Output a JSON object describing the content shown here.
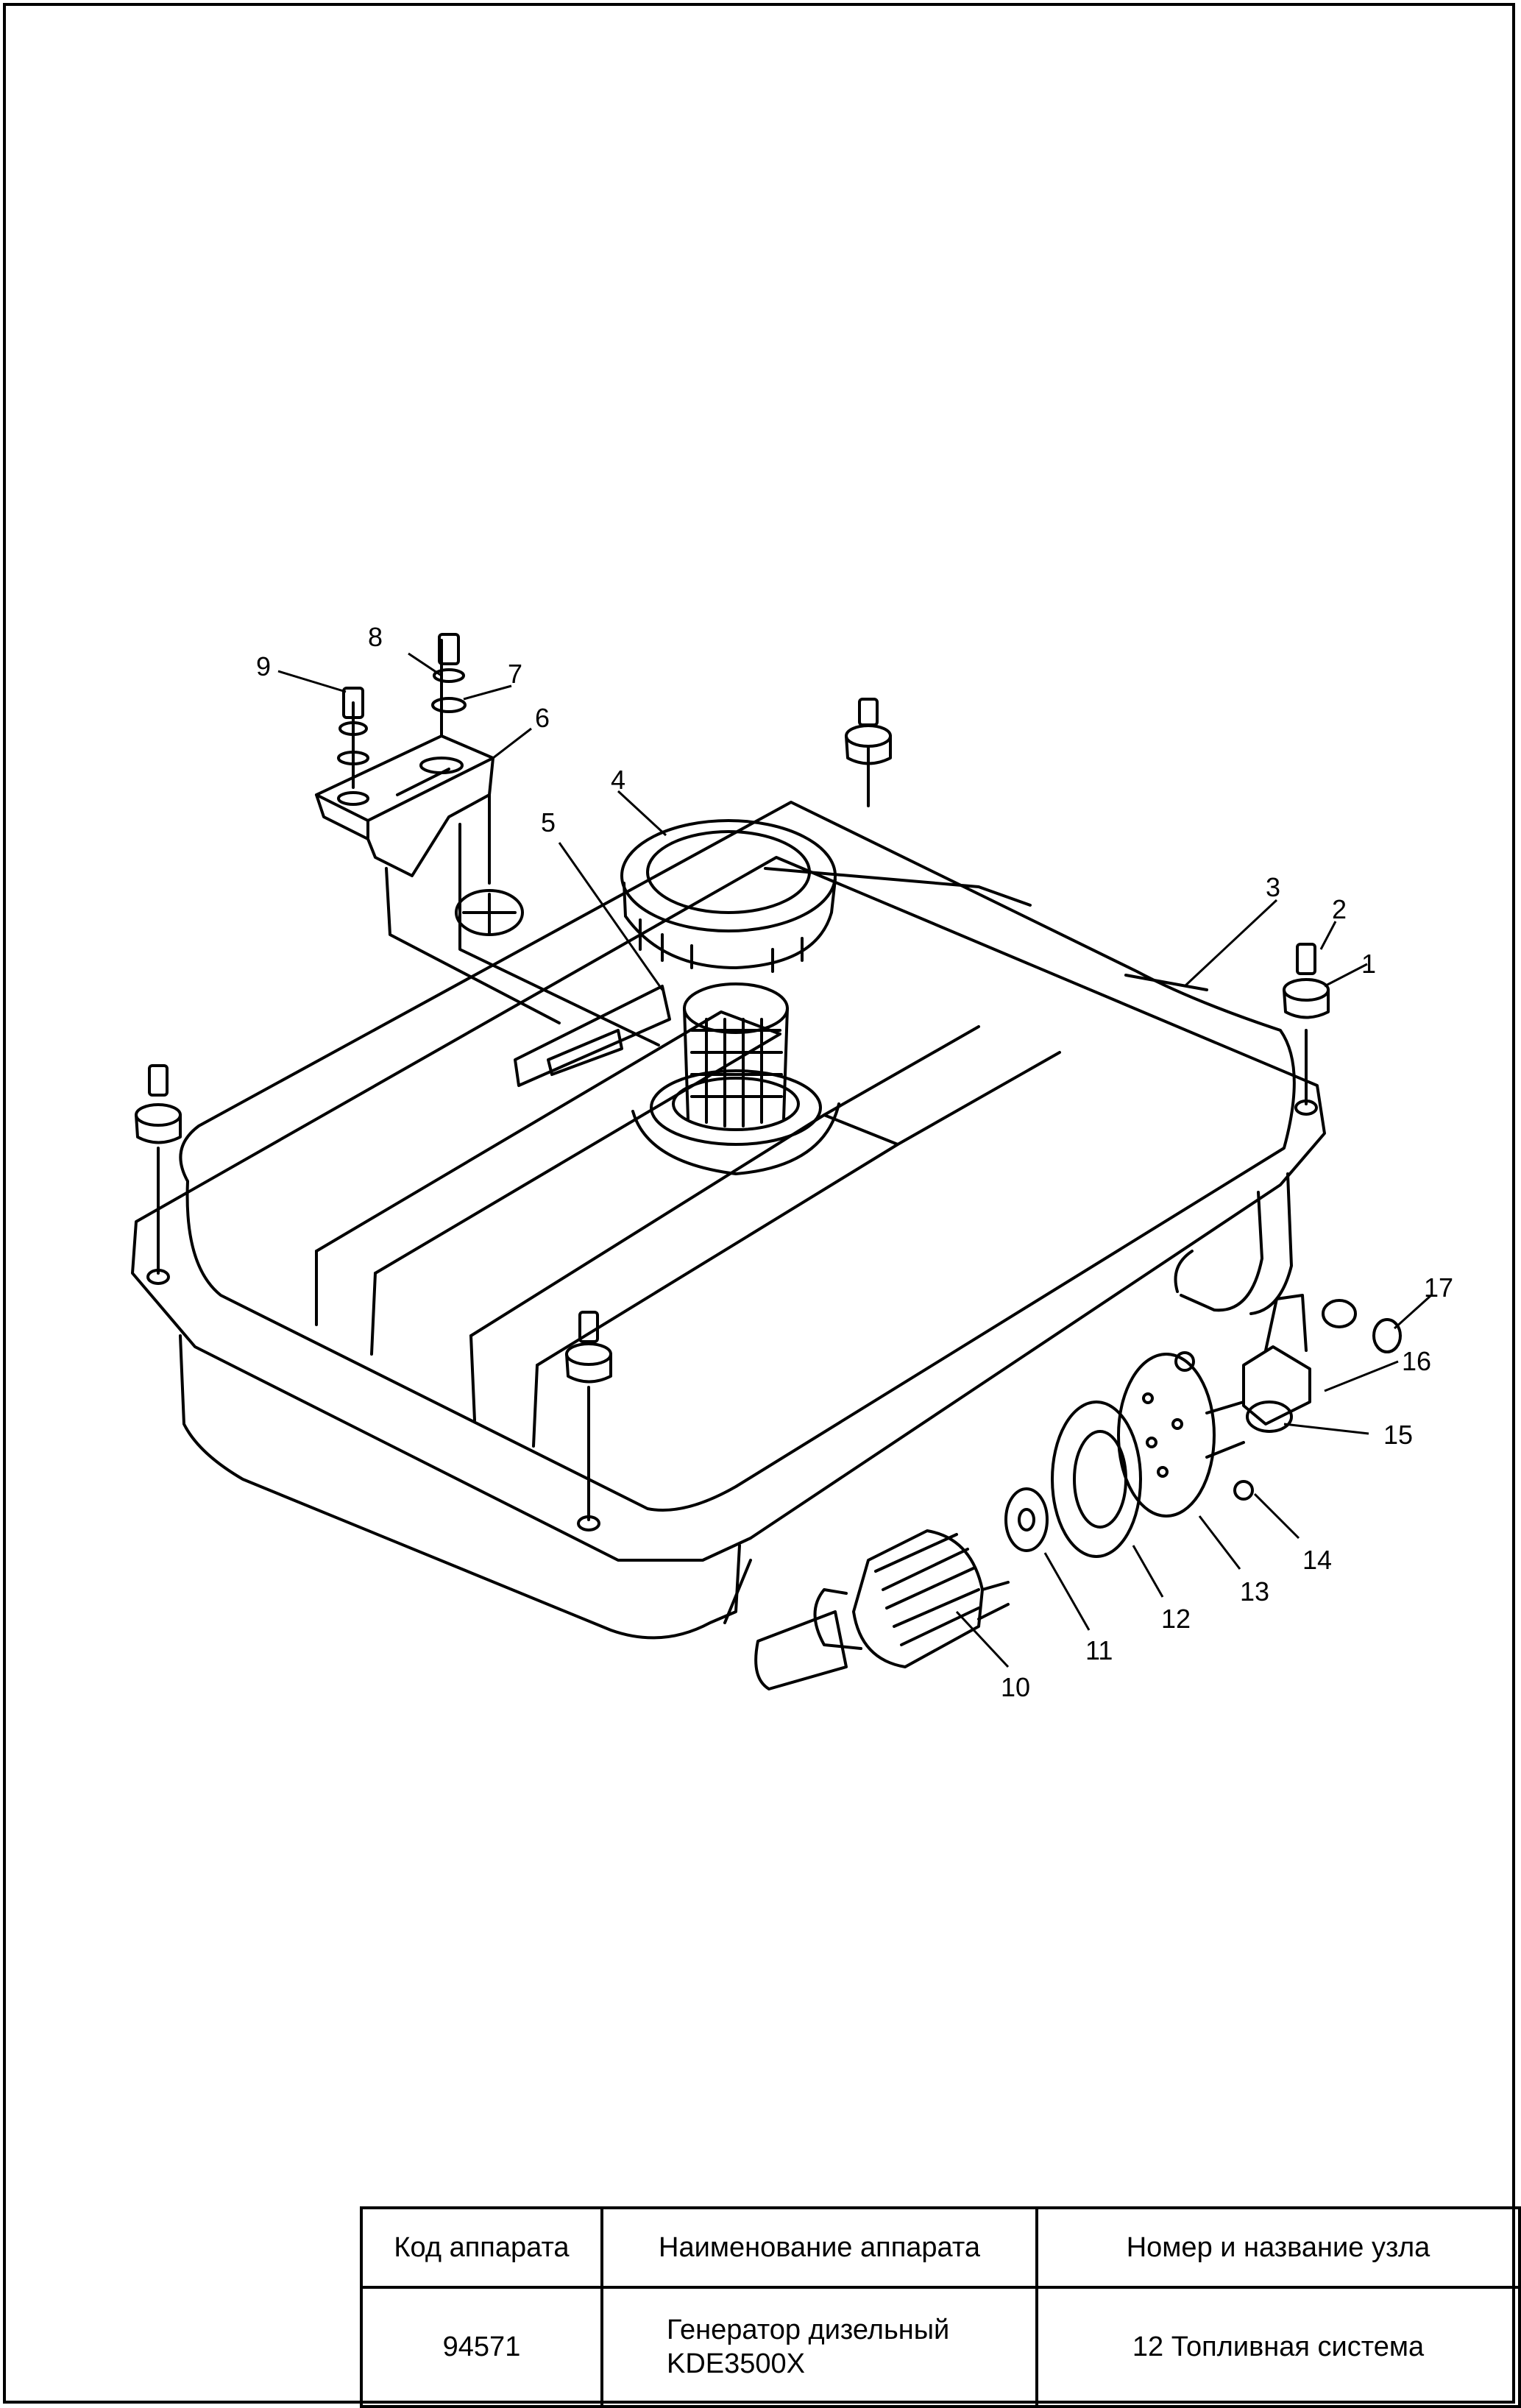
{
  "diagram": {
    "callouts": [
      "1",
      "2",
      "3",
      "4",
      "5",
      "6",
      "7",
      "8",
      "9",
      "10",
      "11",
      "12",
      "13",
      "14",
      "15",
      "16",
      "17"
    ]
  },
  "title_block": {
    "headers": {
      "code": "Код аппарата",
      "name": "Наименование аппарата",
      "unit": "Номер и название узла"
    },
    "values": {
      "code": "94571",
      "name_line1": "Генератор дизельный",
      "name_line2": "KDE3500X",
      "unit": "12 Топливная система"
    }
  }
}
